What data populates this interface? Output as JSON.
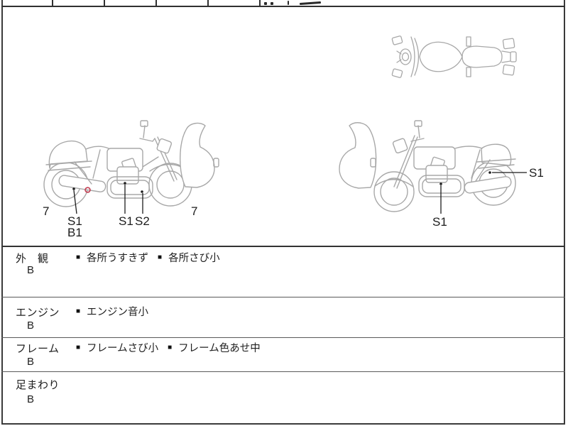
{
  "ui": {
    "bullet_char": "■"
  },
  "colors": {
    "sketch_line": "#a8a8a8",
    "annotation_ink": "#1c1c1c",
    "red_mark": "#c5475a",
    "frame_line": "#3a3a3a"
  },
  "diagrams": {
    "left_side_view": {
      "marks": [
        {
          "code": "7"
        },
        {
          "code": "S1"
        },
        {
          "code": "B1"
        },
        {
          "code": "S1"
        },
        {
          "code": "S2"
        },
        {
          "code": "7"
        }
      ],
      "has_red_circle_mark": true
    },
    "right_side_view": {
      "marks": [
        {
          "code": "S1"
        },
        {
          "code": "S1"
        }
      ]
    }
  },
  "condition_table": {
    "rows": [
      {
        "part": "外　観",
        "grade": "B",
        "comments": [
          "各所うすきず",
          "各所さび小"
        ]
      },
      {
        "part": "エンジン",
        "grade": "B",
        "comments": [
          "エンジン音小"
        ]
      },
      {
        "part": "フレーム",
        "grade": "B",
        "comments": [
          "フレームさび小",
          "フレーム色あせ中"
        ]
      },
      {
        "part": "足まわり",
        "grade": "B",
        "comments": []
      }
    ]
  }
}
